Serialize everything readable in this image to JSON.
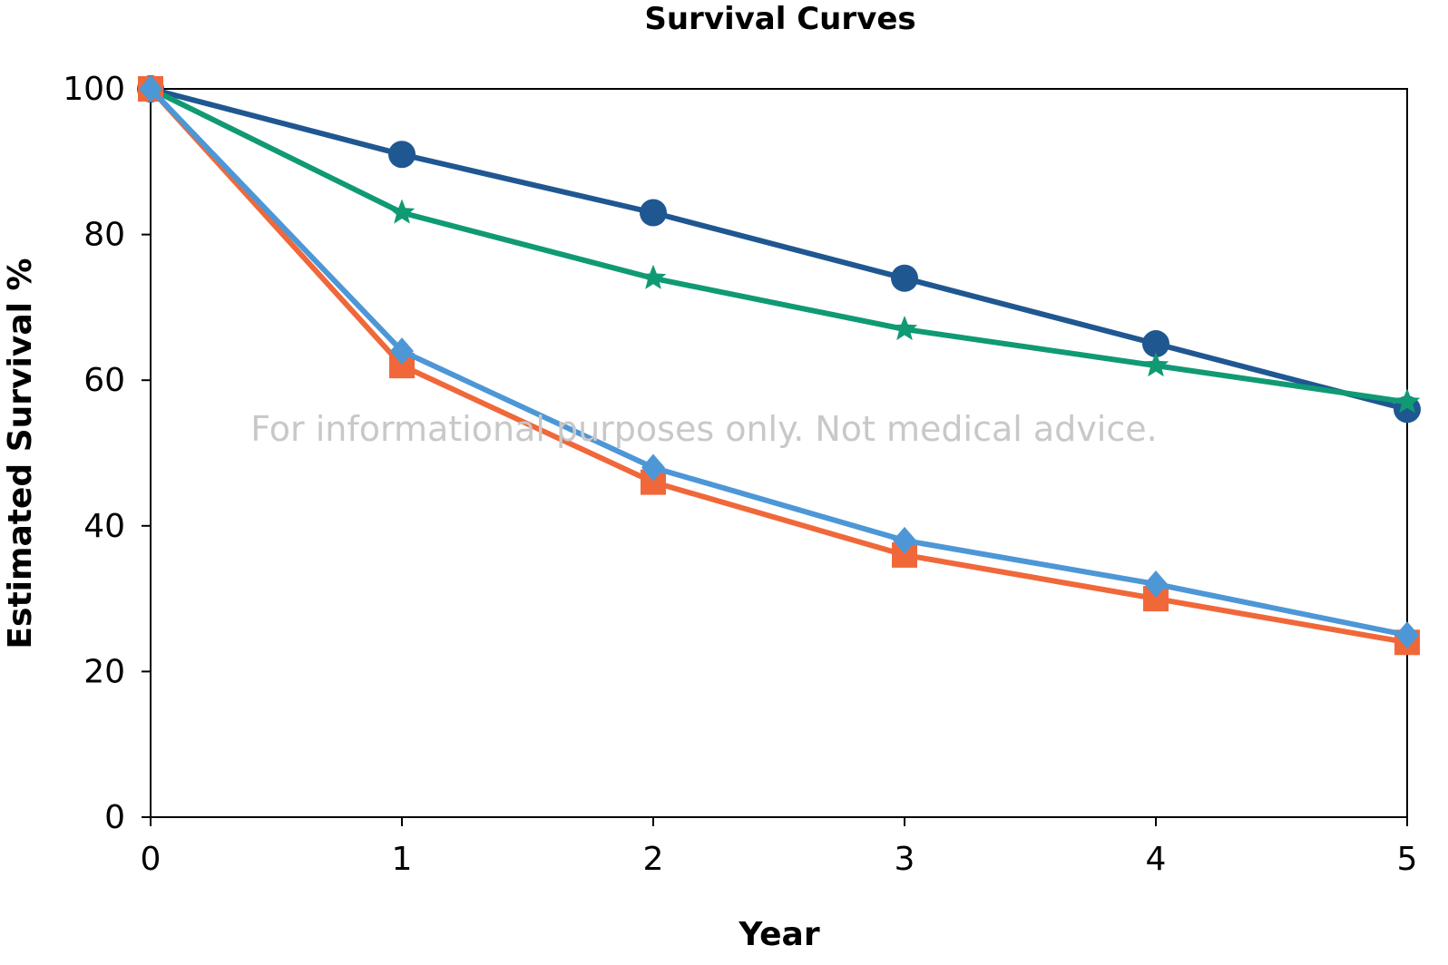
{
  "chart_data": {
    "type": "line",
    "title": "Survival Curves",
    "xlabel": "Year",
    "ylabel": "Estimated Survival %",
    "x": [
      0,
      1,
      2,
      3,
      4,
      5
    ],
    "xlim": [
      0,
      5
    ],
    "ylim": [
      0,
      100
    ],
    "xticks": [
      "0",
      "1",
      "2",
      "3",
      "4",
      "5"
    ],
    "yticks": [
      "0",
      "20",
      "40",
      "60",
      "80",
      "100"
    ],
    "grid": false,
    "legend": "none",
    "series": [
      {
        "values": [
          100,
          91,
          83,
          74,
          65,
          56
        ],
        "color": "#1f5791",
        "marker": "circle"
      },
      {
        "values": [
          100,
          83,
          74,
          67,
          62,
          57
        ],
        "color": "#109a74",
        "marker": "star"
      },
      {
        "values": [
          100,
          62,
          46,
          36,
          30,
          24
        ],
        "color": "#f0683a",
        "marker": "square"
      },
      {
        "values": [
          100,
          64,
          48,
          38,
          32,
          25
        ],
        "color": "#4d97d6",
        "marker": "diamond"
      }
    ],
    "watermark": "For informational purposes only. Not medical advice."
  }
}
